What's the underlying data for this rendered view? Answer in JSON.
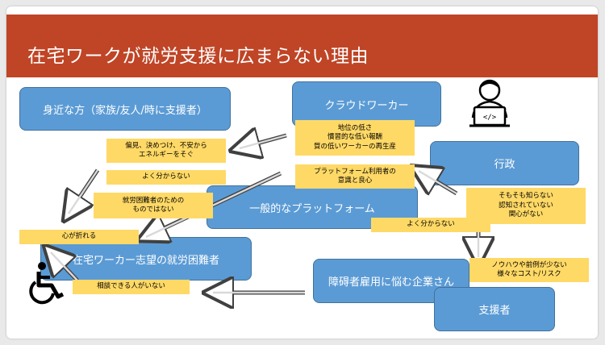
{
  "title": "在宅ワークが就労支援に広まらない理由",
  "boxes": {
    "family": "身近な方（家族/友人/時に支援者）",
    "crowd_worker": "クラウドワーカー",
    "government": "行政",
    "platform": "一般的なプラットフォーム",
    "job_seeker": "在宅ワーカー志望の就労困難者",
    "company": "障碍者雇用に悩む企業さん",
    "supporter": "支援者"
  },
  "notes": {
    "status": "地位の低さ\n慣習的な低い報酬\n質の低いワーカーの再生産",
    "prejudice": "偏見、決めつけ、不安から\nエネルギーをそぐ",
    "unclear_family": "よく分からない",
    "platform_awareness": "プラットフォーム利用者の\n意識と良心",
    "not_for_them": "就労困難者のための\nものではない",
    "gov_unaware": "そもそも知らない\n認知されていない\n関心がない",
    "unclear_platform": "よく分からない",
    "broken_heart": "心が折れる",
    "no_consult": "相談できる人がいない",
    "knowhow": "ノウハウや前例が少ない\n様々なコスト/リスク"
  },
  "icons": [
    "developer-laptop-icon",
    "wheelchair-user-icon"
  ],
  "colors": {
    "title_bar": "#bf4526",
    "box": "#5b9bd5",
    "note": "#ffd966",
    "arrow": "#7f7f7f"
  }
}
